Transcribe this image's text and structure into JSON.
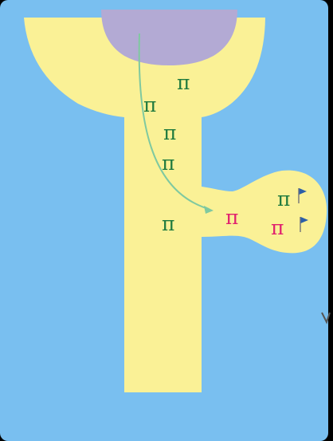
{
  "colors": {
    "background": "#79bff0",
    "body_fill": "#faf196",
    "nucleus_fill": "#b3aad4",
    "arrow": "#7fc9a0",
    "green_symbol": "#1f7a3e",
    "magenta_symbol": "#e0206e",
    "flag": "#2b5fa8",
    "outer_frame": "#000000"
  },
  "symbols": {
    "glyph": "π",
    "diffusing": [
      "π",
      "π",
      "π",
      "π",
      "π"
    ],
    "arriving": "π",
    "spine_marked": [
      "π",
      "π"
    ]
  },
  "icons": {
    "tag": "flag-icon"
  }
}
